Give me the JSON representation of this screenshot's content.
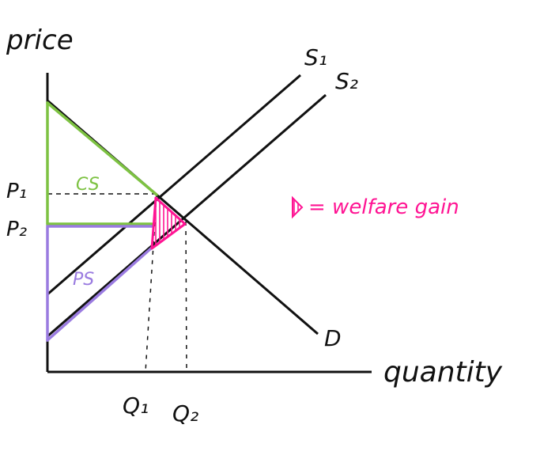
{
  "labels": {
    "y_axis": "price",
    "x_axis": "quantity",
    "supply_1": "S₁",
    "supply_2": "S₂",
    "demand": "D",
    "price_1": "P₁",
    "price_2": "P₂",
    "quantity_1": "Q₁",
    "quantity_2": "Q₂",
    "consumer_surplus": "CS",
    "producer_surplus": "PS",
    "legend": "= welfare gain"
  },
  "colors": {
    "ink": "#111111",
    "consumer_surplus": "#7dc242",
    "producer_surplus": "#9a7be0",
    "welfare_gain": "#ff1493"
  },
  "icons": {
    "legend_swatch": "hatched-triangle-icon"
  }
}
